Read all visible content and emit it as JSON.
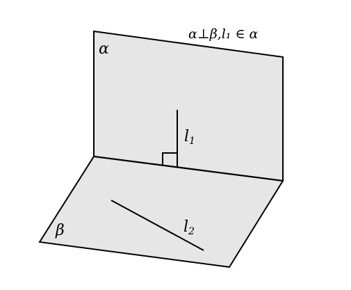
{
  "diagram": {
    "relation_label": "α⊥β,l₁ ∈ α",
    "planes": {
      "vertical": {
        "label": "α"
      },
      "horizontal": {
        "label": "β"
      }
    },
    "lines": {
      "l1": {
        "letter": "l",
        "subscript": "1"
      },
      "l2": {
        "letter": "l",
        "subscript": "2"
      }
    },
    "colors": {
      "plane_fill": "#e6e6e6",
      "stroke": "#000000"
    }
  }
}
